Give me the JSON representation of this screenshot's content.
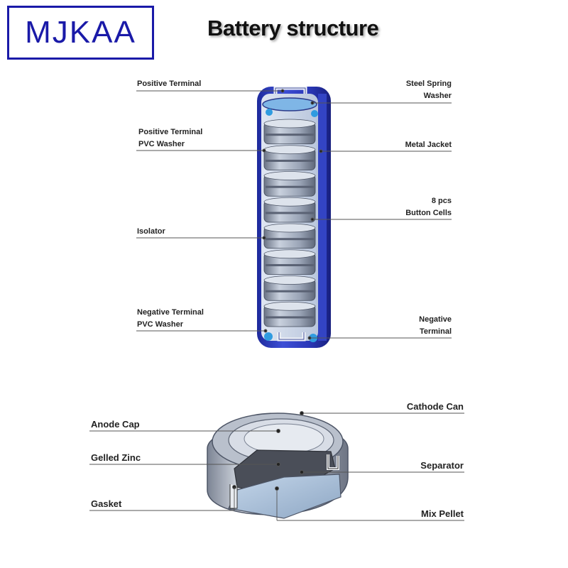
{
  "logo": {
    "text": "MJKAA"
  },
  "title": "Battery structure",
  "battery_labels": {
    "positive_terminal": "Positive Terminal",
    "positive_pvc_line1": "Positive Terminal",
    "positive_pvc_line2": "PVC Washer",
    "isolator": "Isolator",
    "negative_pvc_line1": "Negative Terminal",
    "negative_pvc_line2": "PVC Washer",
    "steel_spring_line1": "Steel Spring",
    "steel_spring_line2": "Washer",
    "metal_jacket": "Metal Jacket",
    "button_cells_line1": "8 pcs",
    "button_cells_line2": "Button Cells",
    "negative_terminal_line1": "Negative",
    "negative_terminal_line2": "Terminal"
  },
  "cell_labels": {
    "anode_cap": "Anode Cap",
    "gelled_zinc": "Gelled Zinc",
    "gasket": "Gasket",
    "cathode_can": "Cathode Can",
    "separator": "Separator",
    "mix_pellet": "Mix Pellet"
  },
  "stack": {
    "button_cell_count": 8
  },
  "colors": {
    "logo_blue": "#1a1aa8",
    "jacket_blue": "#2a36b8",
    "cell_grey": "#8e98a8",
    "leader_line": "#555555"
  }
}
